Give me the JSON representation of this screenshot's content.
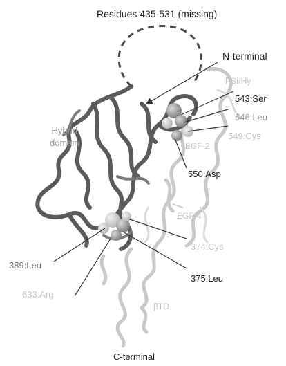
{
  "figure": {
    "missing_loop_label": "Residues 435-531 (missing)",
    "n_terminal_label": "N-terminal",
    "c_terminal_label": "C-terminal",
    "hybrid_domain_label": "Hybrid\ndomain",
    "domain_labels": {
      "psi": "PSI/Hy",
      "egf2": "EGF-2",
      "egf4": "EGF-4",
      "btd": "βTD"
    },
    "residue_labels": {
      "ser543": "543:Ser",
      "leu546": "546:Leu",
      "cys549": "549:Cys",
      "asp550": "550:Asp",
      "cys374": "374:Cys",
      "leu375": "375:Leu",
      "leu389": "389:Leu",
      "arg633": "633:Arg"
    },
    "colors": {
      "hybrid_ribbon": "#5b5b5b",
      "egf_ribbon": "#c9c9c9",
      "missing_loop": "#4a4a4a",
      "residue_sphere": "#8d8d8d"
    }
  }
}
